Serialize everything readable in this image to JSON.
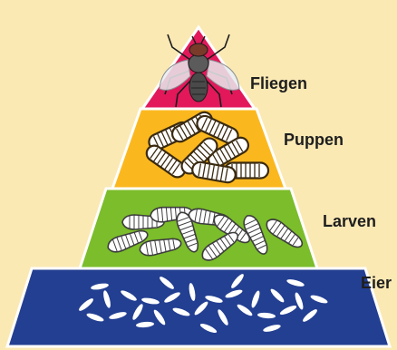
{
  "background": "#fbe9b4",
  "outline": "#ffffff",
  "layers": [
    {
      "id": "fliegen",
      "label": "Fliegen",
      "color": "#e2185b",
      "icon": "fly-icon"
    },
    {
      "id": "puppen",
      "label": "Puppen",
      "color": "#fbb81e",
      "icon": "pupa-icon"
    },
    {
      "id": "larven",
      "label": "Larven",
      "color": "#7bbd2a",
      "icon": "larva-icon"
    },
    {
      "id": "eier",
      "label": "Eier",
      "color": "#233f92",
      "icon": "egg-icon"
    }
  ]
}
